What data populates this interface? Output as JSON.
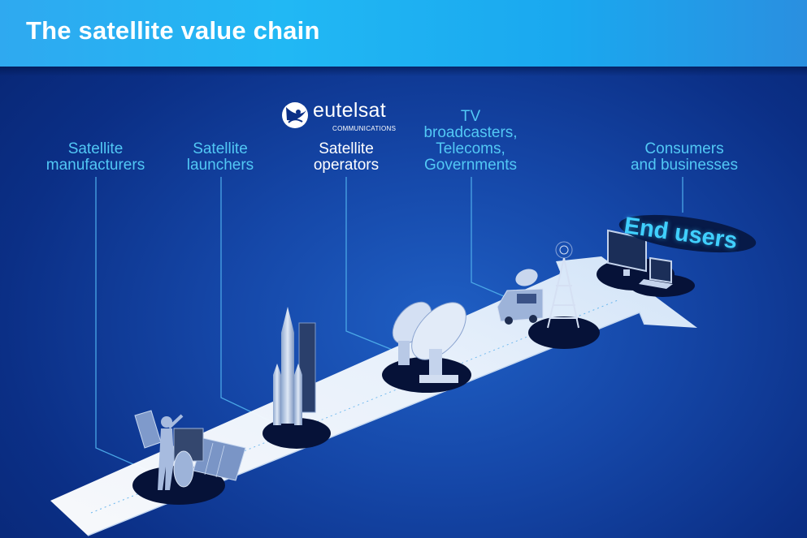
{
  "header": {
    "title": "The satellite value chain"
  },
  "stages": [
    {
      "label": "Satellite manufacturers",
      "line1": "Satellite",
      "line2": "manufacturers",
      "icon": "satellite-technician"
    },
    {
      "label": "Satellite launchers",
      "line1": "Satellite",
      "line2": "launchers",
      "icon": "rocket"
    },
    {
      "label": "Satellite operators",
      "line1": "Satellite",
      "line2": "operators",
      "icon": "satellite-dishes"
    },
    {
      "label": "TV broadcasters, Telecoms, Governments",
      "line1": "TV",
      "line2": "broadcasters,",
      "line3": "Telecoms,",
      "line4": "Governments",
      "icon": "broadcast-van-and-tower"
    },
    {
      "label": "Consumers and businesses",
      "line1": "Consumers",
      "line2": "and businesses",
      "icon": "tv-and-laptop"
    }
  ],
  "logo": {
    "name": "eutelsat",
    "subtitle": "COMMUNICATIONS"
  },
  "end_badge": {
    "text": "End users"
  },
  "colors": {
    "header": "#21b8f4",
    "background": "#1547a8",
    "label": "#52c8f5",
    "arrow": "#eef5fd",
    "badge_text": "#40d0ff"
  }
}
